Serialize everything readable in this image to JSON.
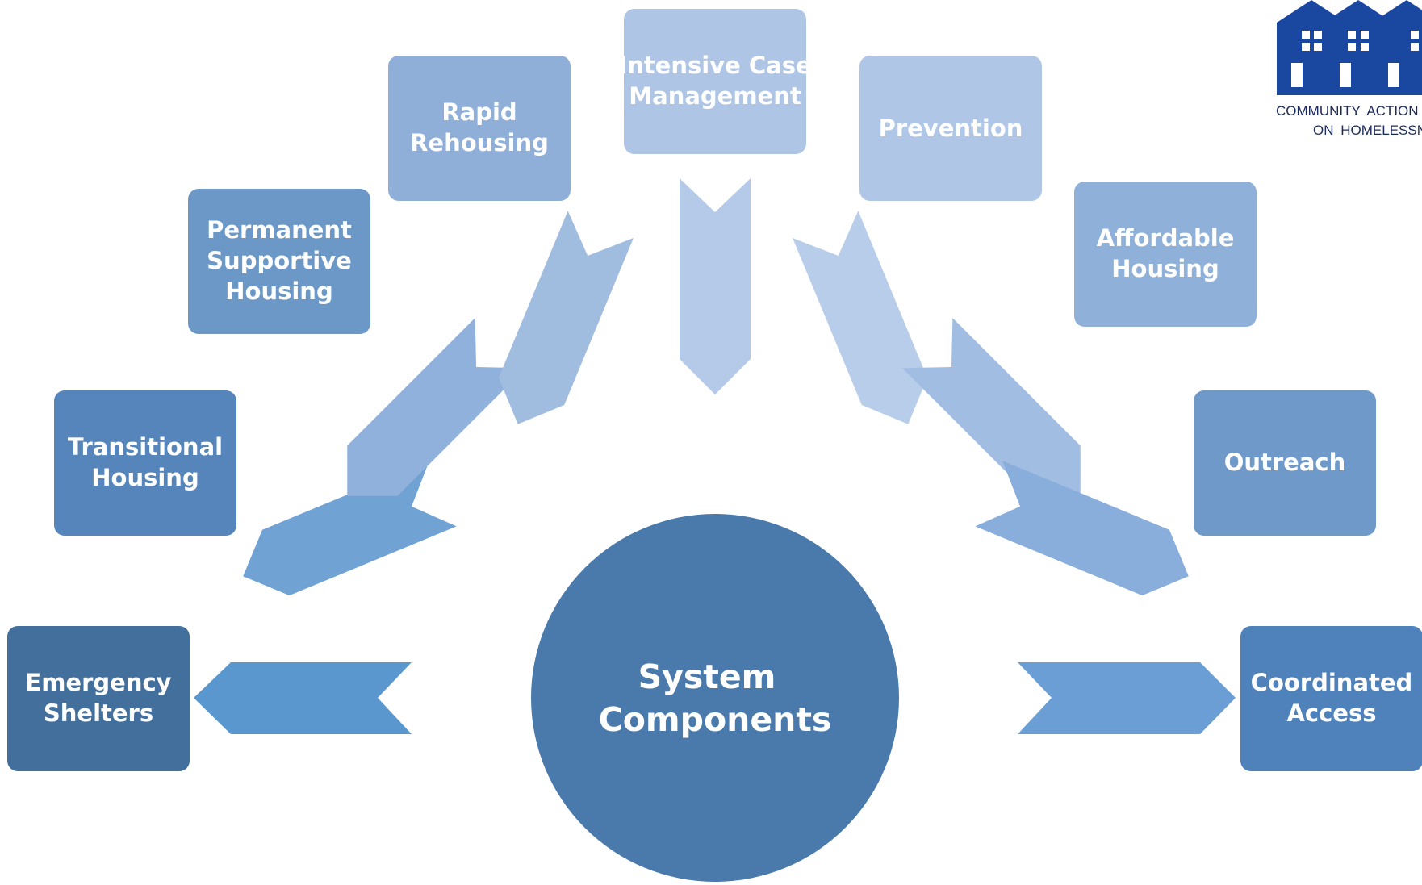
{
  "center": {
    "line1": "System",
    "line2": "Components",
    "color": "#4a7aab"
  },
  "components": [
    {
      "id": "emergency-shelters",
      "lines": [
        "Emergency",
        "Shelters"
      ],
      "color": "#436f9c"
    },
    {
      "id": "transitional-housing",
      "lines": [
        "Transitional",
        "Housing"
      ],
      "color": "#5585bb"
    },
    {
      "id": "permanent-supportive-housing",
      "lines": [
        "Permanent",
        "Supportive",
        "Housing"
      ],
      "color": "#6c98c8"
    },
    {
      "id": "rapid-rehousing",
      "lines": [
        "Rapid",
        "Rehousing"
      ],
      "color": "#8faed8"
    },
    {
      "id": "intensive-case-management",
      "lines": [
        "Intensive Case",
        "Management"
      ],
      "color": "#aec5e6"
    },
    {
      "id": "prevention",
      "lines": [
        "Prevention"
      ],
      "color": "#afc6e6"
    },
    {
      "id": "affordable-housing",
      "lines": [
        "Affordable",
        "Housing"
      ],
      "color": "#8fb0d9"
    },
    {
      "id": "outreach",
      "lines": [
        "Outreach"
      ],
      "color": "#6f99c9"
    },
    {
      "id": "coordinated-access",
      "lines": [
        "Coordinated",
        "Access"
      ],
      "color": "#4f82ba"
    }
  ],
  "logo": {
    "line1_prefix": "COMMUNITY",
    "line1_rest": "ACTION",
    "line2_prefix": "ON",
    "line2_rest": "HOMELESSN",
    "color": "#1a47a0"
  }
}
